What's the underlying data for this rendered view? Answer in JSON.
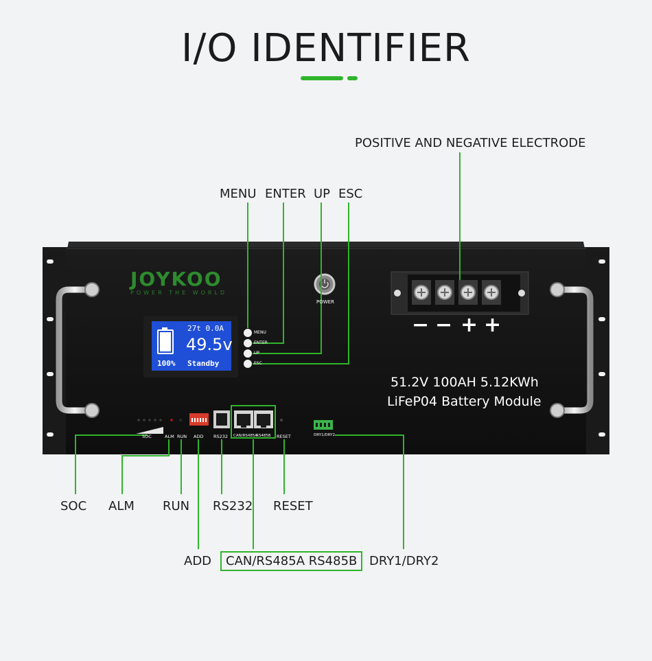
{
  "title": "I/O IDENTIFIER",
  "brand": {
    "name": "JOYKOO",
    "tagline": "POWER THE WORLD"
  },
  "lcd": {
    "temp_current": "27t 0.0A",
    "voltage": "49.5v",
    "soc": "100%",
    "status": "Standby"
  },
  "buttons": [
    "MENU",
    "ENTER",
    "UP",
    "ESC"
  ],
  "power_label": "POWER",
  "terminal_signs": [
    "−",
    "−",
    "+",
    "+"
  ],
  "module": {
    "line1": "51.2V 100AH  5.12KWh",
    "line2": "LiFeP04 Battery Module"
  },
  "panel_ports": {
    "soc": "SOC",
    "alm": "ALM",
    "run": "RUN",
    "add": "ADD",
    "rs232": "RS232",
    "can": "CAN/RS485A",
    "rs485b": "RS485B",
    "reset": "RESET",
    "dry": "DRY1/DRY2"
  },
  "callouts": {
    "electrode": "POSITIVE AND NEGATIVE ELECTRODE",
    "menu": "MENU",
    "enter": "ENTER",
    "up": "UP",
    "esc": "ESC",
    "soc": "SOC",
    "alm": "ALM",
    "run": "RUN",
    "rs232": "RS232",
    "reset": "RESET",
    "add": "ADD",
    "can_rs485": "CAN/RS485A RS485B",
    "dry": "DRY1/DRY2"
  },
  "colors": {
    "accent": "#2fb52b",
    "panel": "#151515",
    "lcd_screen": "#1f4fd6"
  }
}
